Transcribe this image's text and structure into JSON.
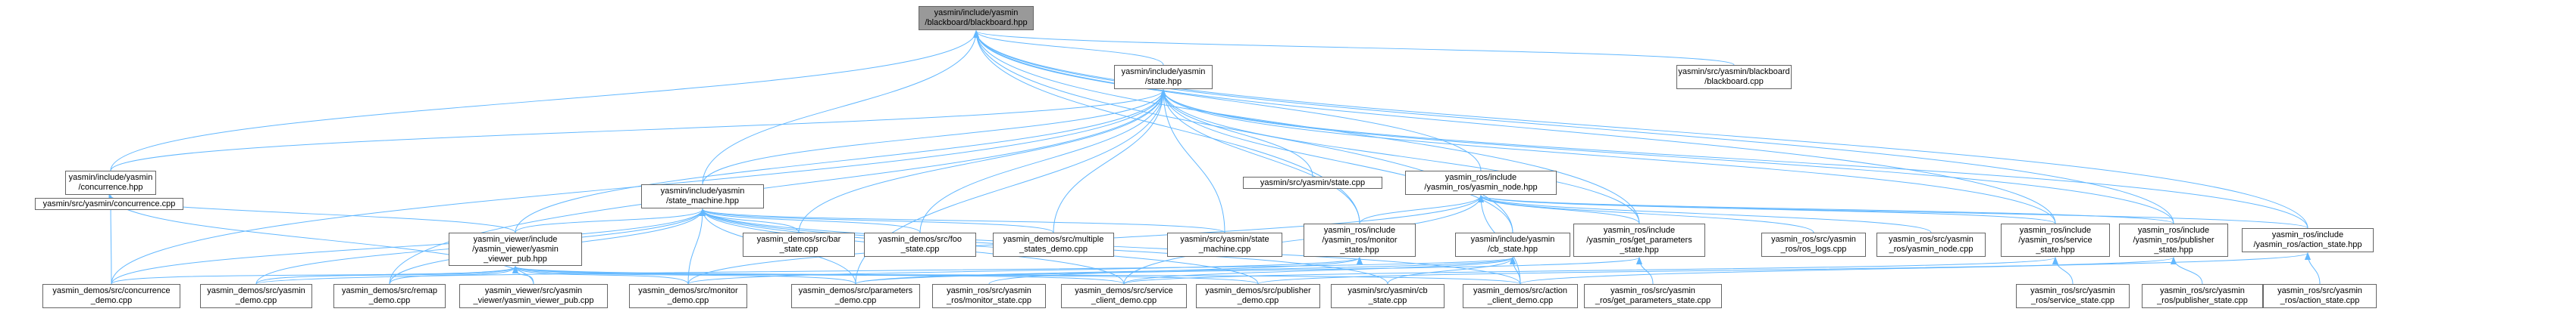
{
  "colors": {
    "edge": "#63b8ff",
    "node_border": "#666666",
    "node_fill": "#ffffff",
    "root_fill": "#999999",
    "text": "#000000"
  },
  "nodes": [
    {
      "id": "root",
      "lines": [
        "yasmin/include/yasmin",
        "/blackboard/blackboard.hpp"
      ]
    },
    {
      "id": "bb_cpp",
      "lines": [
        "yasmin/src/yasmin/blackboard",
        "/blackboard.cpp"
      ]
    },
    {
      "id": "state_hpp",
      "lines": [
        "yasmin/include/yasmin",
        "/state.hpp"
      ]
    },
    {
      "id": "concurrence_hpp",
      "lines": [
        "yasmin/include/yasmin",
        "/concurrence.hpp"
      ]
    },
    {
      "id": "concurrence_cpp",
      "lines": [
        "yasmin/src/yasmin/concurrence.cpp"
      ]
    },
    {
      "id": "state_machine_hpp",
      "lines": [
        "yasmin/include/yasmin",
        "/state_machine.hpp"
      ]
    },
    {
      "id": "state_cpp",
      "lines": [
        "yasmin/src/yasmin/state.cpp"
      ]
    },
    {
      "id": "yasmin_node_hpp",
      "lines": [
        "yasmin_ros/include",
        "/yasmin_ros/yasmin_node.hpp"
      ]
    },
    {
      "id": "viewer_pub_hpp",
      "lines": [
        "yasmin_viewer/include",
        "/yasmin_viewer/yasmin",
        "_viewer_pub.hpp"
      ]
    },
    {
      "id": "bar_state",
      "lines": [
        "yasmin_demos/src/bar",
        "_state.cpp"
      ]
    },
    {
      "id": "foo_state",
      "lines": [
        "yasmin_demos/src/foo",
        "_state.cpp"
      ]
    },
    {
      "id": "multiple_states",
      "lines": [
        "yasmin_demos/src/multiple",
        "_states_demo.cpp"
      ]
    },
    {
      "id": "state_machine_cpp",
      "lines": [
        "yasmin/src/yasmin/state",
        "_machine.cpp"
      ]
    },
    {
      "id": "monitor_state_hpp",
      "lines": [
        "yasmin_ros/include",
        "/yasmin_ros/monitor",
        "_state.hpp"
      ]
    },
    {
      "id": "cb_state_hpp",
      "lines": [
        "yasmin/include/yasmin",
        "/cb_state.hpp"
      ]
    },
    {
      "id": "get_params_hpp",
      "lines": [
        "yasmin_ros/include",
        "/yasmin_ros/get_parameters",
        "_state.hpp"
      ]
    },
    {
      "id": "ros_logs",
      "lines": [
        "yasmin_ros/src/yasmin",
        "_ros/ros_logs.cpp"
      ]
    },
    {
      "id": "yasmin_node_cpp",
      "lines": [
        "yasmin_ros/src/yasmin",
        "_ros/yasmin_node.cpp"
      ]
    },
    {
      "id": "service_state_hpp",
      "lines": [
        "yasmin_ros/include",
        "/yasmin_ros/service",
        "_state.hpp"
      ]
    },
    {
      "id": "publisher_state_hpp",
      "lines": [
        "yasmin_ros/include",
        "/yasmin_ros/publisher",
        "_state.hpp"
      ]
    },
    {
      "id": "action_state_hpp",
      "lines": [
        "yasmin_ros/include",
        "/yasmin_ros/action_state.hpp"
      ]
    },
    {
      "id": "concurrence_demo",
      "lines": [
        "yasmin_demos/src/concurrence",
        "_demo.cpp"
      ]
    },
    {
      "id": "yasmin_demo",
      "lines": [
        "yasmin_demos/src/yasmin",
        "_demo.cpp"
      ]
    },
    {
      "id": "remap_demo",
      "lines": [
        "yasmin_demos/src/remap",
        "_demo.cpp"
      ]
    },
    {
      "id": "viewer_pub_cpp",
      "lines": [
        "yasmin_viewer/src/yasmin",
        "_viewer/yasmin_viewer_pub.cpp"
      ]
    },
    {
      "id": "monitor_demo",
      "lines": [
        "yasmin_demos/src/monitor",
        "_demo.cpp"
      ]
    },
    {
      "id": "parameters_demo",
      "lines": [
        "yasmin_demos/src/parameters",
        "_demo.cpp"
      ]
    },
    {
      "id": "monitor_state_cpp",
      "lines": [
        "yasmin_ros/src/yasmin",
        "_ros/monitor_state.cpp"
      ]
    },
    {
      "id": "service_client_demo",
      "lines": [
        "yasmin_demos/src/service",
        "_client_demo.cpp"
      ]
    },
    {
      "id": "publisher_demo",
      "lines": [
        "yasmin_demos/src/publisher",
        "_demo.cpp"
      ]
    },
    {
      "id": "cb_state_cpp",
      "lines": [
        "yasmin/src/yasmin/cb",
        "_state.cpp"
      ]
    },
    {
      "id": "action_client_demo",
      "lines": [
        "yasmin_demos/src/action",
        "_client_demo.cpp"
      ]
    },
    {
      "id": "get_params_cpp",
      "lines": [
        "yasmin_ros/src/yasmin",
        "_ros/get_parameters_state.cpp"
      ]
    },
    {
      "id": "service_state_cpp",
      "lines": [
        "yasmin_ros/src/yasmin",
        "_ros/service_state.cpp"
      ]
    },
    {
      "id": "publisher_state_cpp",
      "lines": [
        "yasmin_ros/src/yasmin",
        "_ros/publisher_state.cpp"
      ]
    },
    {
      "id": "action_state_cpp",
      "lines": [
        "yasmin_ros/src/yasmin",
        "_ros/action_state.cpp"
      ]
    }
  ],
  "edges": [
    [
      "root",
      "bb_cpp"
    ],
    [
      "root",
      "state_hpp"
    ],
    [
      "root",
      "concurrence_hpp"
    ],
    [
      "root",
      "state_machine_hpp"
    ],
    [
      "root",
      "yasmin_node_hpp"
    ],
    [
      "root",
      "monitor_state_hpp"
    ],
    [
      "root",
      "cb_state_hpp"
    ],
    [
      "root",
      "get_params_hpp"
    ],
    [
      "root",
      "service_state_hpp"
    ],
    [
      "root",
      "publisher_state_hpp"
    ],
    [
      "root",
      "action_state_hpp"
    ],
    [
      "state_hpp",
      "concurrence_hpp"
    ],
    [
      "state_hpp",
      "state_machine_hpp"
    ],
    [
      "state_hpp",
      "state_cpp"
    ],
    [
      "state_hpp",
      "viewer_pub_hpp"
    ],
    [
      "state_hpp",
      "bar_state"
    ],
    [
      "state_hpp",
      "foo_state"
    ],
    [
      "state_hpp",
      "multiple_states"
    ],
    [
      "state_hpp",
      "state_machine_cpp"
    ],
    [
      "state_hpp",
      "monitor_state_hpp"
    ],
    [
      "state_hpp",
      "cb_state_hpp"
    ],
    [
      "state_hpp",
      "get_params_hpp"
    ],
    [
      "state_hpp",
      "service_state_hpp"
    ],
    [
      "state_hpp",
      "publisher_state_hpp"
    ],
    [
      "state_hpp",
      "action_state_hpp"
    ],
    [
      "state_hpp",
      "concurrence_demo"
    ],
    [
      "state_hpp",
      "parameters_demo"
    ],
    [
      "state_hpp",
      "remap_demo"
    ],
    [
      "concurrence_hpp",
      "concurrence_cpp"
    ],
    [
      "concurrence_hpp",
      "viewer_pub_hpp"
    ],
    [
      "concurrence_hpp",
      "concurrence_demo"
    ],
    [
      "concurrence_hpp",
      "viewer_pub_cpp"
    ],
    [
      "state_machine_hpp",
      "viewer_pub_hpp"
    ],
    [
      "state_machine_hpp",
      "bar_state"
    ],
    [
      "state_machine_hpp",
      "foo_state"
    ],
    [
      "state_machine_hpp",
      "multiple_states"
    ],
    [
      "state_machine_hpp",
      "state_machine_cpp"
    ],
    [
      "state_machine_hpp",
      "concurrence_demo"
    ],
    [
      "state_machine_hpp",
      "yasmin_demo"
    ],
    [
      "state_machine_hpp",
      "remap_demo"
    ],
    [
      "state_machine_hpp",
      "monitor_demo"
    ],
    [
      "state_machine_hpp",
      "parameters_demo"
    ],
    [
      "state_machine_hpp",
      "service_client_demo"
    ],
    [
      "state_machine_hpp",
      "publisher_demo"
    ],
    [
      "state_machine_hpp",
      "action_client_demo"
    ],
    [
      "state_machine_hpp",
      "cb_state_cpp"
    ],
    [
      "yasmin_node_hpp",
      "ros_logs"
    ],
    [
      "yasmin_node_hpp",
      "yasmin_node_cpp"
    ],
    [
      "yasmin_node_hpp",
      "monitor_state_hpp"
    ],
    [
      "yasmin_node_hpp",
      "get_params_hpp"
    ],
    [
      "yasmin_node_hpp",
      "service_state_hpp"
    ],
    [
      "yasmin_node_hpp",
      "publisher_state_hpp"
    ],
    [
      "yasmin_node_hpp",
      "action_state_hpp"
    ],
    [
      "yasmin_node_hpp",
      "monitor_demo"
    ],
    [
      "yasmin_node_hpp",
      "service_client_demo"
    ],
    [
      "yasmin_node_hpp",
      "action_client_demo"
    ],
    [
      "viewer_pub_hpp",
      "concurrence_demo"
    ],
    [
      "viewer_pub_hpp",
      "yasmin_demo"
    ],
    [
      "viewer_pub_hpp",
      "remap_demo"
    ],
    [
      "viewer_pub_hpp",
      "viewer_pub_cpp"
    ],
    [
      "viewer_pub_hpp",
      "monitor_demo"
    ],
    [
      "viewer_pub_hpp",
      "parameters_demo"
    ],
    [
      "viewer_pub_hpp",
      "service_client_demo"
    ],
    [
      "viewer_pub_hpp",
      "publisher_demo"
    ],
    [
      "viewer_pub_hpp",
      "action_client_demo"
    ],
    [
      "monitor_state_hpp",
      "monitor_state_cpp"
    ],
    [
      "monitor_state_hpp",
      "monitor_demo"
    ],
    [
      "cb_state_hpp",
      "cb_state_cpp"
    ],
    [
      "cb_state_hpp",
      "yasmin_demo"
    ],
    [
      "cb_state_hpp",
      "service_client_demo"
    ],
    [
      "cb_state_hpp",
      "action_client_demo"
    ],
    [
      "cb_state_hpp",
      "parameters_demo"
    ],
    [
      "get_params_hpp",
      "get_params_cpp"
    ],
    [
      "get_params_hpp",
      "parameters_demo"
    ],
    [
      "service_state_hpp",
      "service_state_cpp"
    ],
    [
      "service_state_hpp",
      "service_client_demo"
    ],
    [
      "publisher_state_hpp",
      "publisher_state_cpp"
    ],
    [
      "publisher_state_hpp",
      "publisher_demo"
    ],
    [
      "action_state_hpp",
      "action_state_cpp"
    ],
    [
      "action_state_hpp",
      "action_client_demo"
    ]
  ]
}
